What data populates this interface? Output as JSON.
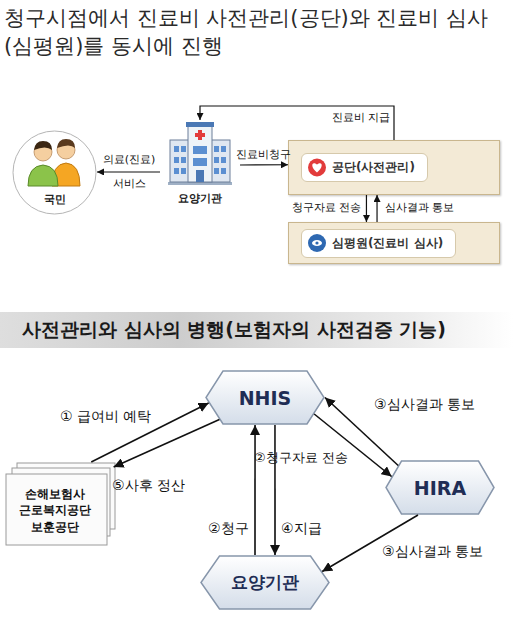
{
  "diagram": {
    "title": "청구시점에서 진료비 사전관리(공단)와 진료비 심사 (심평원)를 동시에 진행",
    "nodes": [
      {
        "text": [
          "국민"
        ]
      },
      {
        "text": [
          "요양기관"
        ]
      },
      {
        "text": [
          "공단(사전관리)"
        ]
      },
      {
        "text": [
          "심평원(진료비 심사)"
        ]
      },
      {
        "text": [
          "사전관리와 심사의 병행(보험자의 사전검증 기능)"
        ]
      },
      {
        "text": [
          "NHIS"
        ]
      },
      {
        "text": [
          "손해보험사 근로복지공단 보훈공단"
        ]
      },
      {
        "text": [
          "HIRA"
        ]
      },
      {
        "text": [
          "요양기관"
        ]
      }
    ],
    "edges": [
      {
        "from": 1,
        "to": 0,
        "label": "의료(진료) 서비스",
        "arrow": "to"
      },
      {
        "from": 1,
        "to": 2,
        "label": "진료비청구",
        "arrow": "to"
      },
      {
        "from": 2,
        "to": 1,
        "label": "진료비 지급",
        "arrow": "to"
      },
      {
        "from": 2,
        "to": 3,
        "label": "청구자료 전송",
        "arrow": "to"
      },
      {
        "from": 3,
        "to": 2,
        "label": "심사결과 통보",
        "arrow": "to"
      },
      {
        "from": 6,
        "to": 5,
        "label": "① 급여비 예탁",
        "arrow": "to"
      },
      {
        "from": 5,
        "to": 6,
        "label": "⑤사후 정산",
        "arrow": "to"
      },
      {
        "from": 5,
        "to": 7,
        "label": "②청구자료 전송",
        "arrow": "to"
      },
      {
        "from": 7,
        "to": 5,
        "label": "③심사결과 통보",
        "arrow": "to"
      },
      {
        "from": 8,
        "to": 5,
        "label": "②청구",
        "arrow": "to"
      },
      {
        "from": 5,
        "to": 8,
        "label": "④지급",
        "arrow": "to"
      },
      {
        "from": 7,
        "to": 8,
        "label": "③심사결과 통보",
        "arrow": "to"
      }
    ]
  }
}
